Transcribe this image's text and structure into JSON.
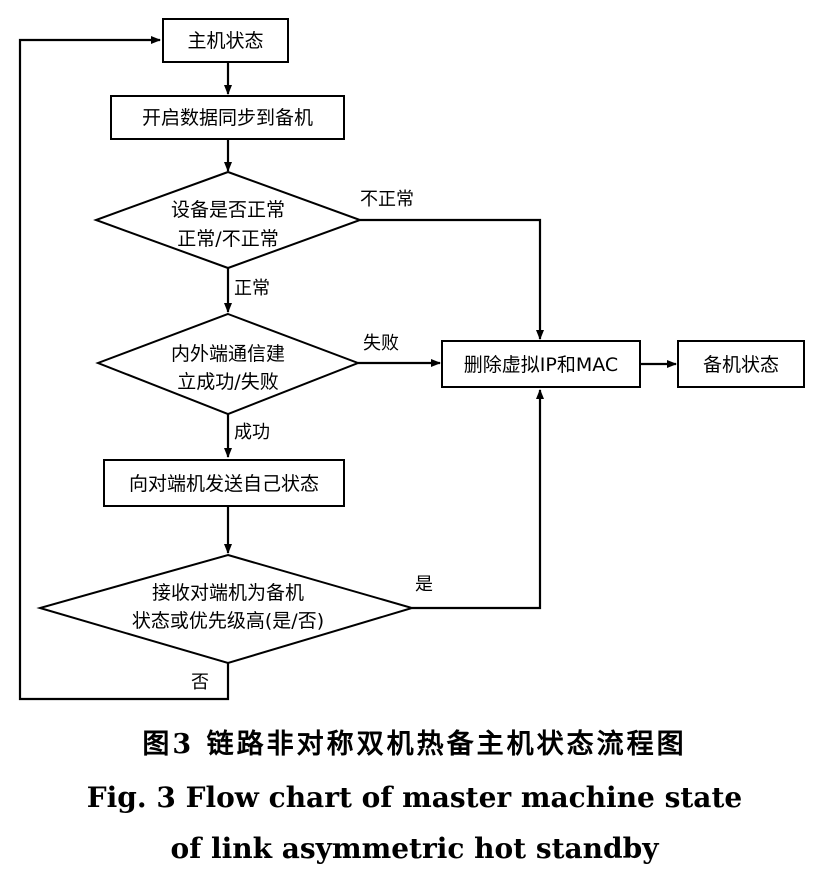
{
  "diagram": {
    "nodes": {
      "master_state": "主机状态",
      "sync": "开启数据同步到备机",
      "device_check": [
        "设备是否正常",
        "正常/不正常"
      ],
      "comm_check": [
        "内外端通信建",
        "立成功/失败"
      ],
      "send_state": "向对端机发送自己状态",
      "receive_check": [
        "接收对端机为备机",
        "状态或优先级高(是/否)"
      ],
      "delete_vip": "删除虚拟IP和MAC",
      "standby_state": "备机状态"
    },
    "edge_labels": {
      "abnormal": "不正常",
      "normal": "正常",
      "fail": "失败",
      "success": "成功",
      "yes": "是",
      "no": "否"
    }
  },
  "caption": {
    "chinese": "图3  链路非对称双机热备主机状态流程图",
    "english_line1": "Fig. 3  Flow chart of master machine state",
    "english_line2": "of link asymmetric hot standby"
  }
}
